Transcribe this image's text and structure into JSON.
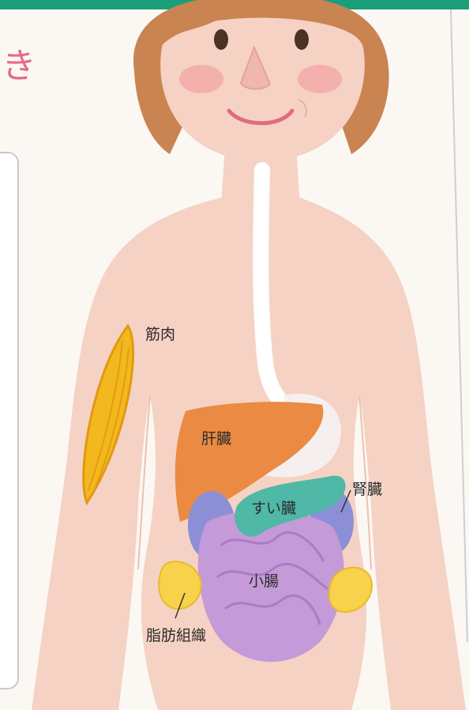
{
  "header": {
    "heading_fragment": "き"
  },
  "labels": {
    "muscle": "筋肉",
    "liver": "肝臓",
    "kidney": "腎臓",
    "pancreas": "すい臓",
    "small_intestine": "小腸",
    "adipose": "脂肪組織"
  },
  "colors": {
    "skin": "#f6d2c4",
    "hair": "#c98452",
    "muscle": "#f3b81e",
    "liver": "#eb8a42",
    "pancreas": "#4fb8a6",
    "kidney": "#8c8fd6",
    "intestine": "#c49ad8",
    "adipose": "#f7d24a",
    "esophagus": "#ffffff",
    "accent_bar": "#1a9f7a",
    "heading": "#e46a86"
  }
}
